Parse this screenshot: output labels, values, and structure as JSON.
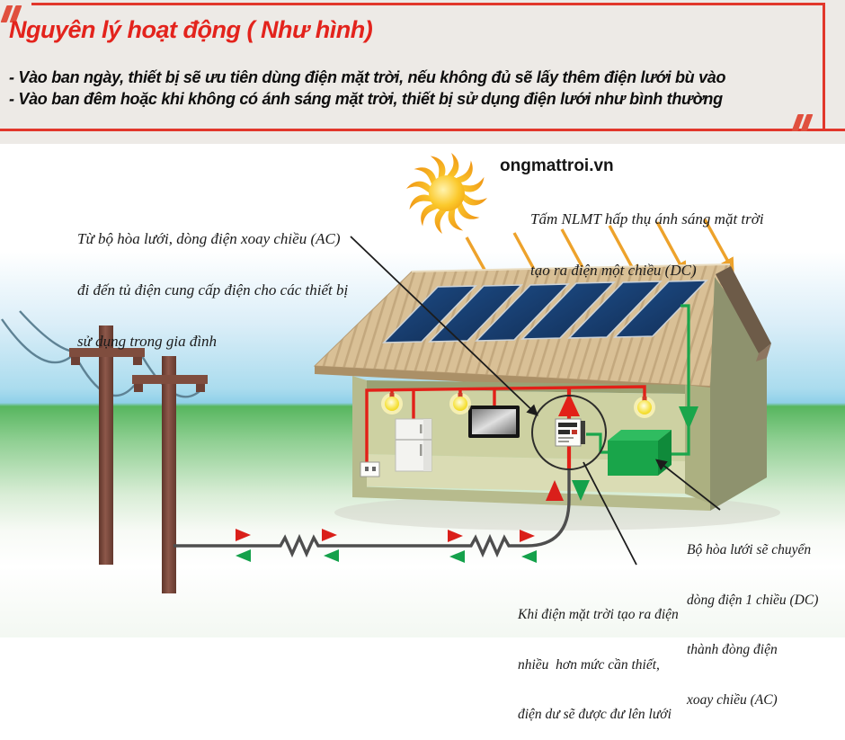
{
  "header": {
    "title": "Nguyên lý hoạt động ( Như hình)",
    "bullet1": "- Vào ban ngày, thiết bị sẽ ưu tiên dùng điện mặt trời, nếu không đủ sẽ lấy thêm điện lưới bù vào",
    "bullet2": "- Vào ban đêm hoặc khi không có ánh sáng mặt trời, thiết bị sử dụng điện lưới như bình thường"
  },
  "diagram": {
    "watermark": "ongmattroi.vn",
    "notes": {
      "panel": {
        "line1": "Tấm NLMT hấp thụ ánh sáng mặt trời",
        "line2": "tạo ra điện một chiều (DC)"
      },
      "ac": {
        "line1": "Từ bộ hòa lưới, dòng điện xoay chiều (AC)",
        "line2": "đi đến tủ điện cung cấp điện cho các thiết bị",
        "line3": "sử dụng trong gia đình"
      },
      "inverter": {
        "line1": "Bộ hòa lưới sẽ chuyển",
        "line2": "dòng điện 1 chiều (DC)",
        "line3": "thành đòng điện",
        "line4": "xoay chiều (AC)"
      },
      "surplus": {
        "line1": "Khi điện mặt trời tạo ra điện",
        "line2": "nhiều  hơn mức cần thiết,",
        "line3": "điện dư sẽ được đư lên lưới"
      }
    },
    "colors": {
      "accent_red": "#e2372b",
      "wire_red": "#e22018",
      "wire_green": "#1aa64b",
      "grid_wire": "#4e4e4e",
      "sun_gold": "#eda22b",
      "panel_blue": "#16396b",
      "roof_tan": "#d9c096"
    }
  }
}
